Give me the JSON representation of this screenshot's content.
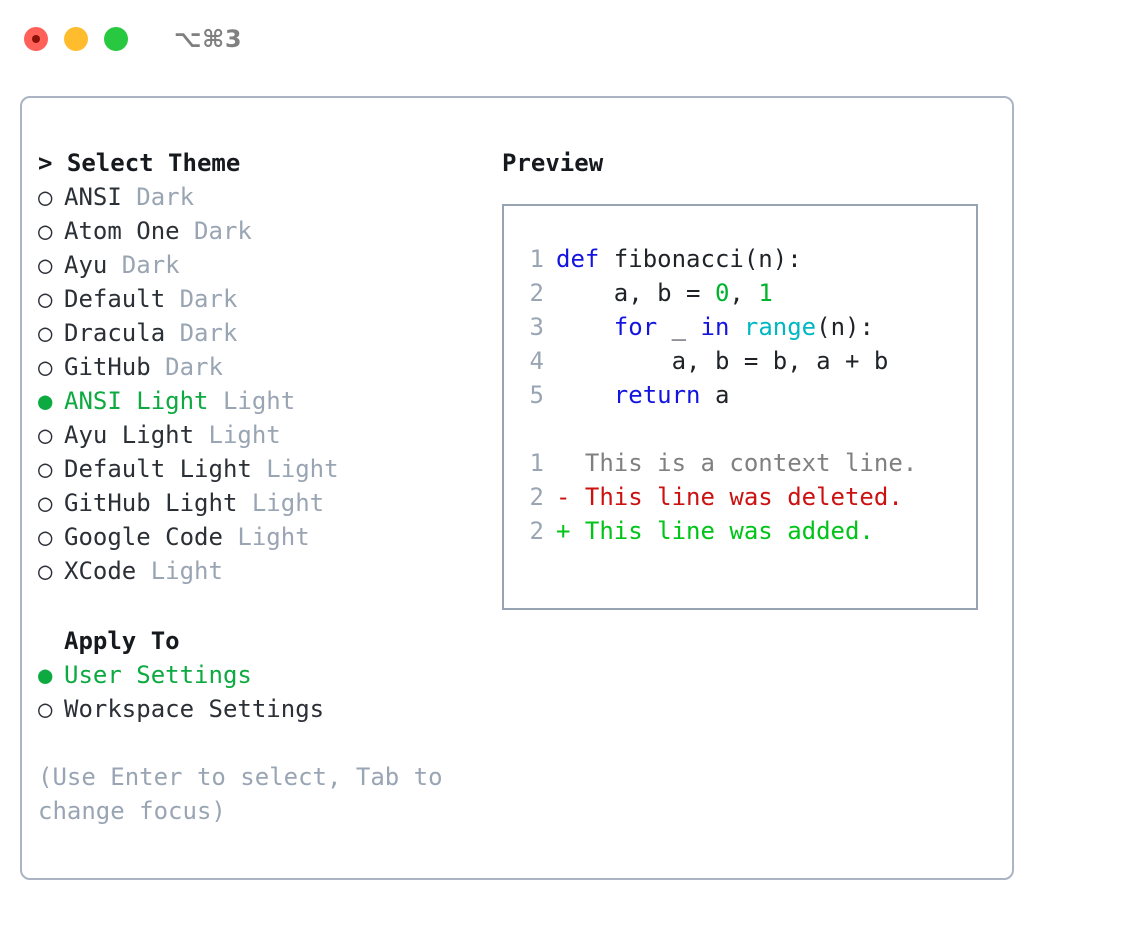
{
  "titlebar": {
    "shortcut": "⌥⌘3",
    "buttons": [
      {
        "name": "close",
        "color": "#ff6159"
      },
      {
        "name": "minimize",
        "color": "#ffbd2e"
      },
      {
        "name": "maximize",
        "color": "#28c840"
      }
    ]
  },
  "theme_picker": {
    "heading": "> Select Theme",
    "items": [
      {
        "marker": "○",
        "label": "ANSI",
        "kind": "Dark",
        "selected": false
      },
      {
        "marker": "○",
        "label": "Atom One",
        "kind": "Dark",
        "selected": false
      },
      {
        "marker": "○",
        "label": "Ayu",
        "kind": "Dark",
        "selected": false
      },
      {
        "marker": "○",
        "label": "Default",
        "kind": "Dark",
        "selected": false
      },
      {
        "marker": "○",
        "label": "Dracula",
        "kind": "Dark",
        "selected": false
      },
      {
        "marker": "○",
        "label": "GitHub",
        "kind": "Dark",
        "selected": false
      },
      {
        "marker": "●",
        "label": "ANSI Light",
        "kind": "Light",
        "selected": true
      },
      {
        "marker": "○",
        "label": "Ayu Light",
        "kind": "Light",
        "selected": false
      },
      {
        "marker": "○",
        "label": "Default Light",
        "kind": "Light",
        "selected": false
      },
      {
        "marker": "○",
        "label": "GitHub Light",
        "kind": "Light",
        "selected": false
      },
      {
        "marker": "○",
        "label": "Google Code",
        "kind": "Light",
        "selected": false
      },
      {
        "marker": "○",
        "label": "XCode",
        "kind": "Light",
        "selected": false
      }
    ]
  },
  "apply_to": {
    "heading": "Apply To",
    "items": [
      {
        "marker": "●",
        "label": "User Settings",
        "selected": true
      },
      {
        "marker": "○",
        "label": "Workspace Settings",
        "selected": false
      }
    ]
  },
  "hint": "(Use Enter to select, Tab to change focus)",
  "preview": {
    "title": "Preview",
    "code_lines": [
      {
        "no": "1",
        "tokens": [
          {
            "t": "def ",
            "c": "kw"
          },
          {
            "t": "fibonacci(n):",
            "c": "txt"
          }
        ]
      },
      {
        "no": "2",
        "tokens": [
          {
            "t": "    a, b = ",
            "c": "txt"
          },
          {
            "t": "0",
            "c": "num"
          },
          {
            "t": ", ",
            "c": "txt"
          },
          {
            "t": "1",
            "c": "num"
          }
        ]
      },
      {
        "no": "3",
        "tokens": [
          {
            "t": "    ",
            "c": "txt"
          },
          {
            "t": "for",
            "c": "kw"
          },
          {
            "t": " _ ",
            "c": "txt"
          },
          {
            "t": "in",
            "c": "kw"
          },
          {
            "t": " ",
            "c": "txt"
          },
          {
            "t": "range",
            "c": "fn"
          },
          {
            "t": "(n):",
            "c": "txt"
          }
        ]
      },
      {
        "no": "4",
        "tokens": [
          {
            "t": "        a, b = b, a + b",
            "c": "txt"
          }
        ]
      },
      {
        "no": "5",
        "tokens": [
          {
            "t": "    ",
            "c": "txt"
          },
          {
            "t": "return",
            "c": "kw"
          },
          {
            "t": " a",
            "c": "txt"
          }
        ]
      }
    ],
    "diff_lines": [
      {
        "no": "1",
        "text": "  This is a context line.",
        "kind": "ctx"
      },
      {
        "no": "2",
        "text": "- This line was deleted.",
        "kind": "del"
      },
      {
        "no": "2",
        "text": "+ This line was added.",
        "kind": "add"
      }
    ]
  },
  "colors": {
    "accent_green": "#0daa41",
    "muted": "#9aa5b4",
    "keyword": "#1414e0",
    "builtin": "#00b8c4",
    "number": "#00b32d",
    "diff_deleted": "#cc1111",
    "diff_added": "#00c417",
    "border": "#aab4c2"
  }
}
